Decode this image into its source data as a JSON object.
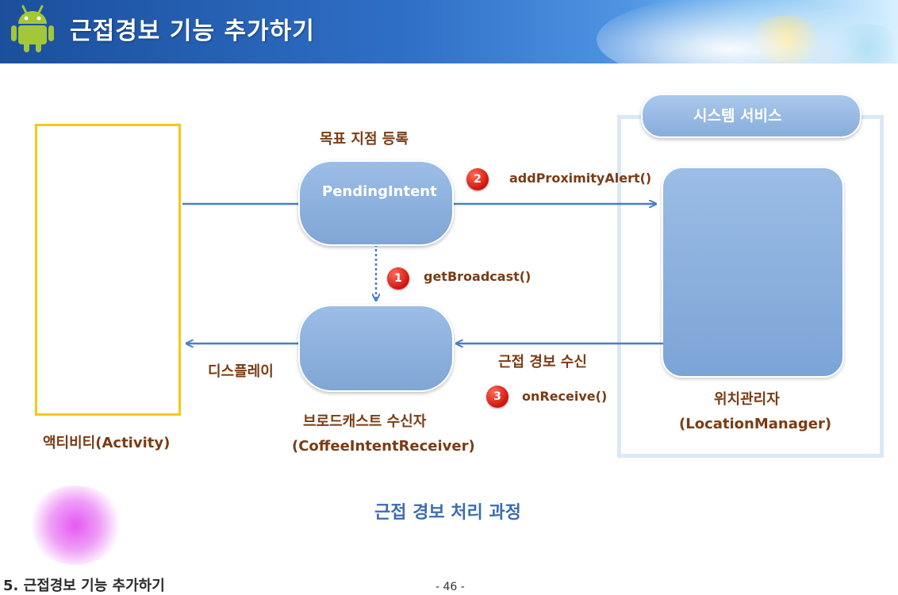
{
  "header": {
    "title": "근접경보 기능 추가하기",
    "logo_icon": "android-robot-icon"
  },
  "diagram": {
    "step_register_label": "목표 지점 등록",
    "pending_intent": "PendingIntent",
    "step2": {
      "number": "2",
      "label": "addProximityAlert()"
    },
    "step1": {
      "number": "1",
      "label": "getBroadcast()"
    },
    "step3": {
      "number": "3",
      "label": "onReceive()"
    },
    "proximity_receive": "근접 경보 수신",
    "display": "디스플레이",
    "receiver_name": "브로드캐스트 수신자",
    "receiver_class": "(CoffeeIntentReceiver)",
    "activity_label": "액티비티(Activity)",
    "system_service": "시스템 서비스",
    "location_manager_name": "위치관리자",
    "location_manager_class": "(LocationManager)",
    "caption": "근접 경보 처리 과정"
  },
  "footer": {
    "section": "5. 근접경보 기능 추가하기",
    "page": "- 46 -"
  },
  "colors": {
    "header_blue": "#1b4f9c",
    "shape_blue": "#8aaedc",
    "arrow_blue": "#4a7fc1",
    "label_brown": "#7a3c14",
    "caption_blue": "#3d6db0",
    "activity_border": "#f6c914",
    "badge_red": "#d0140c"
  }
}
